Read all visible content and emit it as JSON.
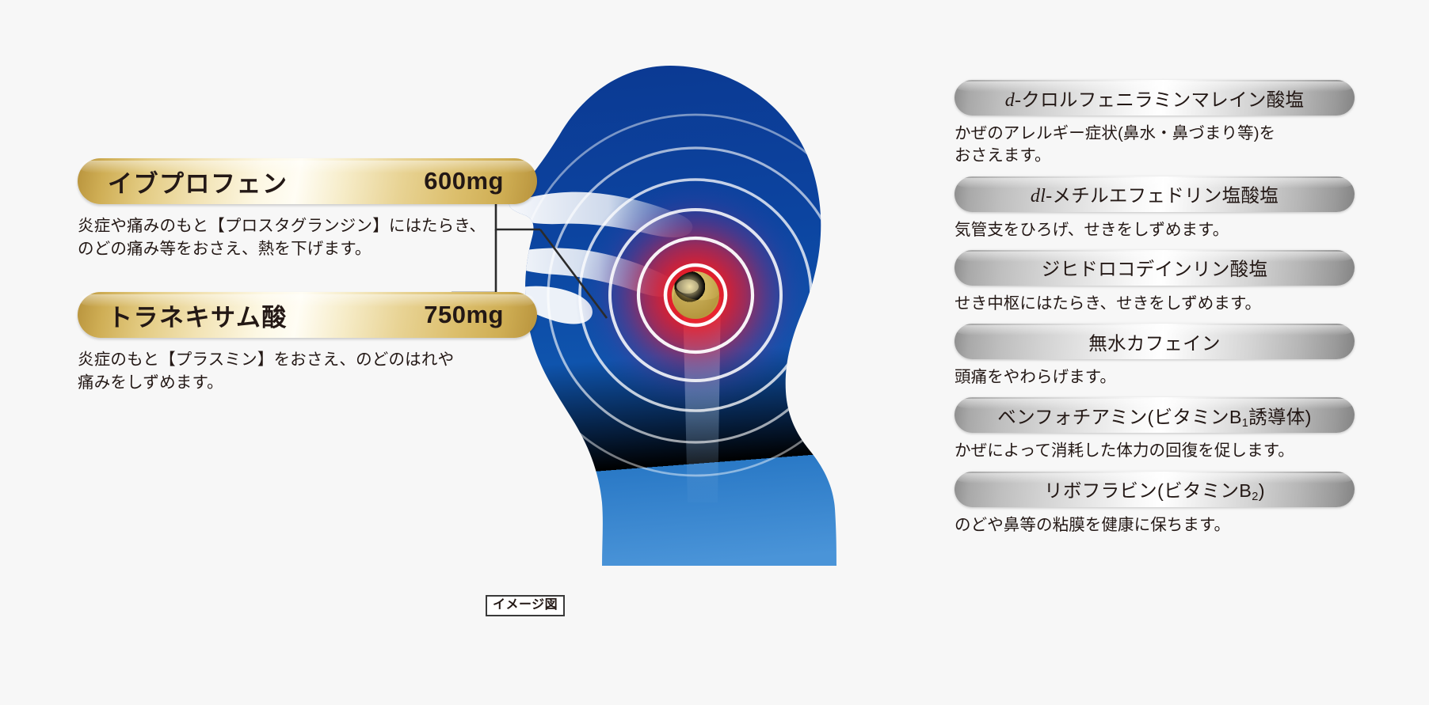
{
  "caption": {
    "label": "イメージ図"
  },
  "left_ingredients": [
    {
      "name": "イブプロフェン",
      "dose": "600mg",
      "desc_line1": "炎症や痛みのもと【プロスタグランジン】にはたらき、",
      "desc_line2": "のどの痛み等をおさえ、熱を下げます。"
    },
    {
      "name": "トラネキサム酸",
      "dose": "750mg",
      "desc_line1": "炎症のもと【プラスミン】をおさえ、のどのはれや",
      "desc_line2": "痛みをしずめます。"
    }
  ],
  "right_ingredients": [
    {
      "name_prefix_italic": "d-",
      "name_rest": "クロルフェニラミンマレイン酸塩",
      "name_plain": "d-クロルフェニラミンマレイン酸塩",
      "desc_line1": "かぜのアレルギー症状(鼻水・鼻づまり等)を",
      "desc_line2": "おさえます。"
    },
    {
      "name_prefix_italic": "dl-",
      "name_rest": "メチルエフェドリン塩酸塩",
      "name_plain": "dl-メチルエフェドリン塩酸塩",
      "desc_line1": "気管支をひろげ、せきをしずめます。",
      "desc_line2": ""
    },
    {
      "name_prefix_italic": "",
      "name_rest": "ジヒドロコデインリン酸塩",
      "name_plain": "ジヒドロコデインリン酸塩",
      "desc_line1": "せき中枢にはたらき、せきをしずめます。",
      "desc_line2": ""
    },
    {
      "name_prefix_italic": "",
      "name_rest": "無水カフェイン",
      "name_plain": "無水カフェイン",
      "desc_line1": "頭痛をやわらげます。",
      "desc_line2": ""
    },
    {
      "name_prefix_italic": "",
      "name_rest": "ベンフォチアミン(ビタミンB",
      "name_sub": "1",
      "name_tail": "誘導体)",
      "name_plain": "ベンフォチアミン(ビタミンB1誘導体)",
      "desc_line1": "かぜによって消耗した体力の回復を促します。",
      "desc_line2": ""
    },
    {
      "name_prefix_italic": "",
      "name_rest": "リボフラビン(ビタミンB",
      "name_sub": "2",
      "name_tail": ")",
      "name_plain": "リボフラビン(ビタミンB2)",
      "desc_line1": "のどや鼻等の粘膜を健康に保ちます。",
      "desc_line2": ""
    }
  ],
  "colors": {
    "background": "#f7f7f7",
    "head_blue_dark": "#0b3f9e",
    "head_blue_mid": "#0d4ea8",
    "head_blue_light": "#3d8ad4",
    "pain_red": "#e8282d",
    "pill_gold": "#c9a94e",
    "gold_bar_edge": "#b8933c",
    "silver_bar_edge": "#8e8e8e",
    "text": "#231815",
    "leader_line": "#2b2b2b"
  },
  "illustration": {
    "alt": "side profile of a human head and neck in blue silhouette with concentric white pain rings radiating from a gold capsule at the throat",
    "ring_count": 6
  }
}
